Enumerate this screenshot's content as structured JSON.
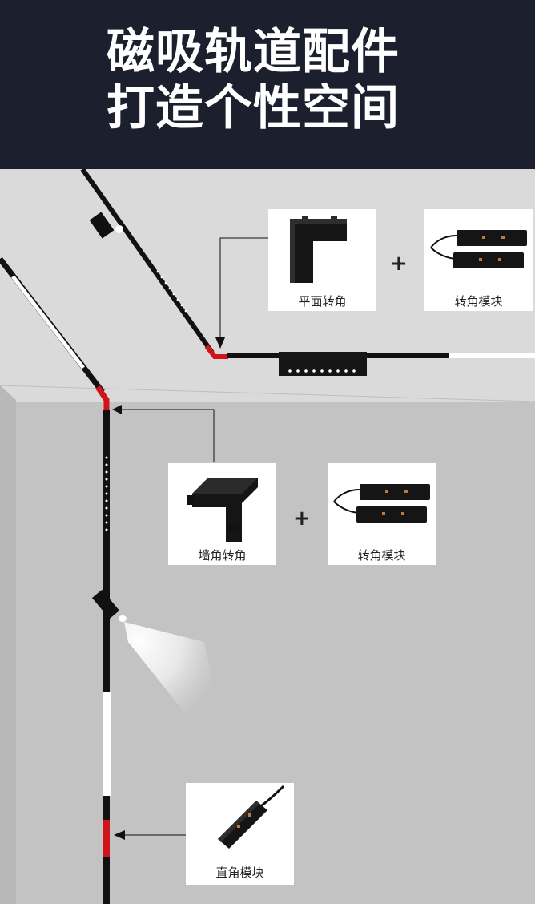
{
  "header": {
    "line1": "磁吸轨道配件",
    "line2": "打造个性空间"
  },
  "cards": {
    "flat_corner": {
      "label": "平面转角",
      "icon": "flat-corner-connector-icon"
    },
    "corner_module_1": {
      "label": "转角模块",
      "icon": "corner-module-pair-icon"
    },
    "wall_corner": {
      "label": "墙角转角",
      "icon": "wall-corner-connector-icon"
    },
    "corner_module_2": {
      "label": "转角模块",
      "icon": "corner-module-pair-icon"
    },
    "right_angle_module": {
      "label": "直角模块",
      "icon": "right-angle-module-icon"
    }
  },
  "plus_sign": "+",
  "colors": {
    "header_bg": "#1b1f2e",
    "track": "#111111",
    "accent_red": "#d0141b",
    "wall": "#c4c4c4",
    "ceiling": "#d9d9d9"
  }
}
